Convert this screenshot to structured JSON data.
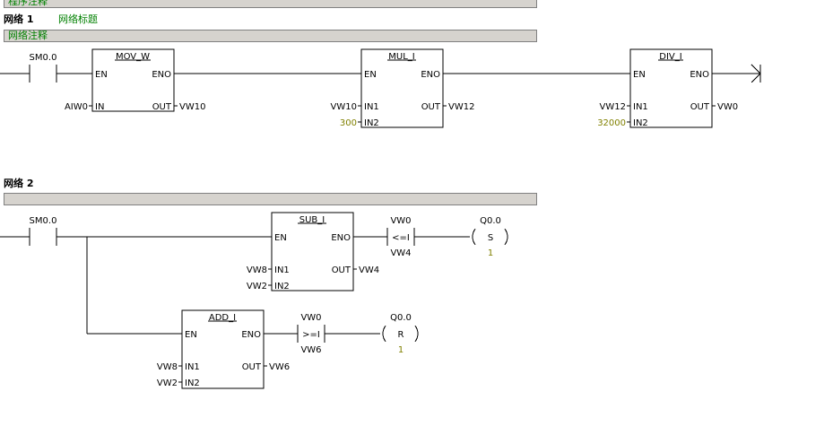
{
  "program_comment": "程序注释",
  "network1": {
    "label": "网络 1",
    "title": "网络标题",
    "comment": "网络注释",
    "contact": "SM0.0",
    "blocks": [
      {
        "name": "MOV_W",
        "en": "EN",
        "eno": "ENO",
        "in_pins": [
          "IN"
        ],
        "out_pin": "OUT",
        "in_vals": [
          "AIW0"
        ],
        "out_val": "VW10"
      },
      {
        "name": "MUL_I",
        "en": "EN",
        "eno": "ENO",
        "in_pins": [
          "IN1",
          "IN2"
        ],
        "out_pin": "OUT",
        "in_vals": [
          "VW10",
          "300"
        ],
        "out_val": "VW12"
      },
      {
        "name": "DIV_I",
        "en": "EN",
        "eno": "ENO",
        "in_pins": [
          "IN1",
          "IN2"
        ],
        "out_pin": "OUT",
        "in_vals": [
          "VW12",
          "32000"
        ],
        "out_val": "VW0"
      }
    ]
  },
  "network2": {
    "label": "网络 2",
    "contact": "SM0.0",
    "sub": {
      "name": "SUB_I",
      "en": "EN",
      "eno": "ENO",
      "in1": "IN1",
      "in2": "IN2",
      "out": "OUT",
      "in1_val": "VW8",
      "in2_val": "VW2",
      "out_val": "VW4"
    },
    "add": {
      "name": "ADD_I",
      "en": "EN",
      "eno": "ENO",
      "in1": "IN1",
      "in2": "IN2",
      "out": "OUT",
      "in1_val": "VW8",
      "in2_val": "VW2",
      "out_val": "VW6"
    },
    "cmp1": {
      "top": "VW0",
      "op": "<=I",
      "bottom": "VW4"
    },
    "cmp2": {
      "top": "VW0",
      "op": ">=I",
      "bottom": "VW6"
    },
    "coil1": {
      "addr": "Q0.0",
      "type": "S",
      "count": "1"
    },
    "coil2": {
      "addr": "Q0.0",
      "type": "R",
      "count": "1"
    }
  }
}
